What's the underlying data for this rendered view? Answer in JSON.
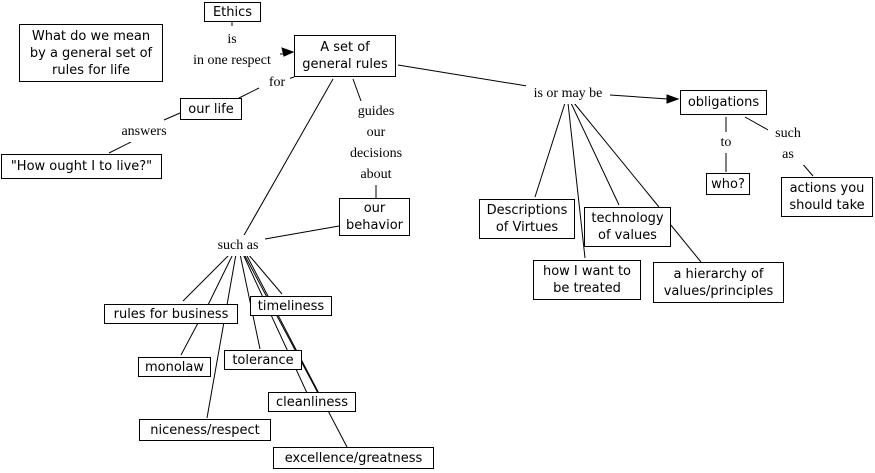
{
  "diagram": {
    "type": "concept-map",
    "nodes": {
      "question": "What do we mean\nby a general set of\nrules for life",
      "ethics": "Ethics",
      "general_rules": "A set of\ngeneral rules",
      "our_life": "our life",
      "how_ought": "\"How ought I to live?\"",
      "our_behavior": "our\nbehavior",
      "obligations": "obligations",
      "who": "who?",
      "actions": "actions you\nshould take",
      "virtues": "Descriptions\nof Virtues",
      "technology": "technology\nof values",
      "treated": "how I want to\nbe treated",
      "hierarchy": "a hierarchy of\nvalues/principles",
      "business": "rules for business",
      "timeliness": "timeliness",
      "monolaw": "monolaw",
      "tolerance": "tolerance",
      "cleanliness": "cleanliness",
      "niceness": "niceness/respect",
      "excellence": "excellence/greatness"
    },
    "links": {
      "is_one_respect": "is\nin one respect",
      "for": "for",
      "answers": "answers",
      "guides": "guides\nour\ndecisions\nabout",
      "such_as_left": "such as",
      "is_or_may_be": "is or may be",
      "to": "to",
      "such_as_right": "such\nas"
    }
  }
}
